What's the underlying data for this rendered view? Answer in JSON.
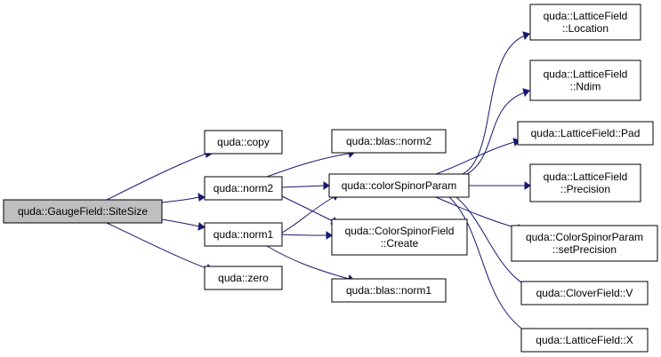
{
  "colors": {
    "edge": "#191970",
    "root_fill": "#bfbfbf",
    "node_fill": "#ffffff",
    "border": "#000000"
  },
  "nodes": [
    {
      "id": "sitesize",
      "lines": [
        "quda::GaugeField::SiteSize"
      ],
      "root": true
    },
    {
      "id": "copy",
      "lines": [
        "quda::copy"
      ]
    },
    {
      "id": "norm2",
      "lines": [
        "quda::norm2"
      ]
    },
    {
      "id": "norm1",
      "lines": [
        "quda::norm1"
      ]
    },
    {
      "id": "zero",
      "lines": [
        "quda::zero"
      ]
    },
    {
      "id": "blasnorm2",
      "lines": [
        "quda::blas::norm2"
      ]
    },
    {
      "id": "csparam",
      "lines": [
        "quda::colorSpinorParam"
      ]
    },
    {
      "id": "cscreate",
      "lines": [
        "quda::ColorSpinorField",
        "::Create"
      ]
    },
    {
      "id": "blasnorm1",
      "lines": [
        "quda::blas::norm1"
      ]
    },
    {
      "id": "location",
      "lines": [
        "quda::LatticeField",
        "::Location"
      ]
    },
    {
      "id": "ndim",
      "lines": [
        "quda::LatticeField",
        "::Ndim"
      ]
    },
    {
      "id": "pad",
      "lines": [
        "quda::LatticeField::Pad"
      ]
    },
    {
      "id": "precision",
      "lines": [
        "quda::LatticeField",
        "::Precision"
      ]
    },
    {
      "id": "setprecision",
      "lines": [
        "quda::ColorSpinorParam",
        "::setPrecision"
      ]
    },
    {
      "id": "cloverv",
      "lines": [
        "quda::CloverField::V"
      ]
    },
    {
      "id": "latticex",
      "lines": [
        "quda::LatticeField::X"
      ]
    }
  ],
  "edges": [
    {
      "from": "sitesize",
      "to": "copy"
    },
    {
      "from": "sitesize",
      "to": "norm2"
    },
    {
      "from": "sitesize",
      "to": "norm1"
    },
    {
      "from": "sitesize",
      "to": "zero"
    },
    {
      "from": "norm2",
      "to": "blasnorm2"
    },
    {
      "from": "norm2",
      "to": "csparam"
    },
    {
      "from": "norm2",
      "to": "cscreate"
    },
    {
      "from": "norm1",
      "to": "csparam"
    },
    {
      "from": "norm1",
      "to": "cscreate"
    },
    {
      "from": "norm1",
      "to": "blasnorm1"
    },
    {
      "from": "csparam",
      "to": "location"
    },
    {
      "from": "csparam",
      "to": "ndim"
    },
    {
      "from": "csparam",
      "to": "pad"
    },
    {
      "from": "csparam",
      "to": "precision"
    },
    {
      "from": "csparam",
      "to": "setprecision"
    },
    {
      "from": "csparam",
      "to": "cloverv"
    },
    {
      "from": "csparam",
      "to": "latticex"
    }
  ]
}
